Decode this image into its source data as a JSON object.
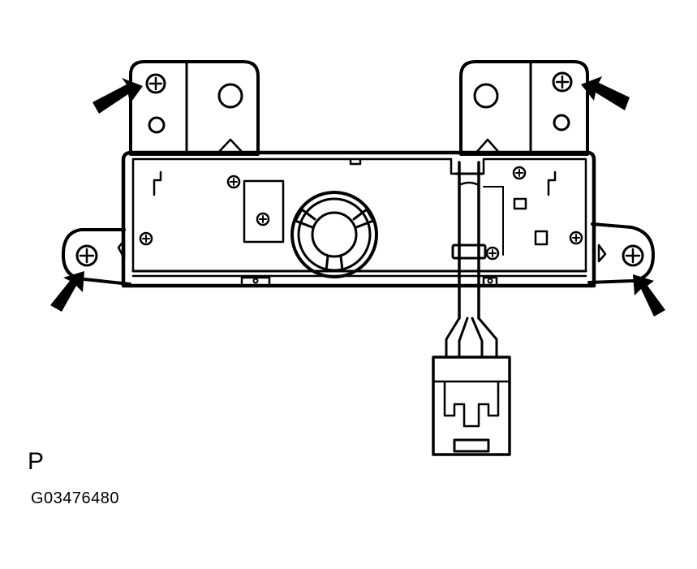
{
  "labels": {
    "view_letter": "P",
    "figure_id": "G03476480"
  },
  "callouts": {
    "count": 4,
    "target": "mounting-screw",
    "arrow_color": "#000000"
  },
  "colors": {
    "ink": "#000000",
    "background": "#ffffff"
  }
}
